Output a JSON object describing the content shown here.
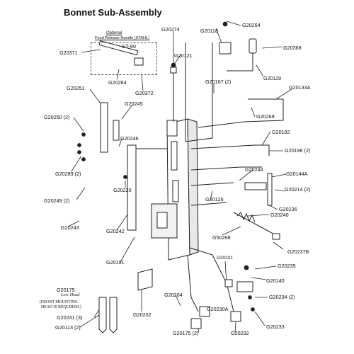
{
  "title": "Bonnet Sub-Assembly",
  "optional_note": {
    "line1": "Optional",
    "line2": "Food Release Handle (STAHL)",
    "kit": "ST-90"
  },
  "labels": {
    "G20274": "G20274",
    "G20118": "G20118",
    "G20264_top": "G20264",
    "G20368": "G20368",
    "G20371": "G20371",
    "G20121": "G20121",
    "G20119": "G20119",
    "G20264_opt": "G20264",
    "G20372": "G20372",
    "G20167": "G20167 (2)",
    "G20133A": "G20133A",
    "G20251": "G20251",
    "G20245": "G20245",
    "G20269": "G20269",
    "G20250": "G20250 (2)",
    "G20182": "G20182",
    "G20246": "G20246",
    "G20196": "G20196 (2)",
    "G20289": "G20289 (2)",
    "G20244": "G20244",
    "G20144A": "G20144A",
    "G20220": "G20220",
    "G20214": "G20214 (2)",
    "G20126": "G20126",
    "G20249": "G20249 (2)",
    "G20236": "G20236",
    "G20240": "G20240",
    "G20243": "G20243",
    "G20242": "G20242",
    "G50268": "G50268",
    "G20237B": "G20237B",
    "G20191": "G20191",
    "G20231": "G20231",
    "G20235": "G20235",
    "G20140": "G20140",
    "G20175_low": "G20175",
    "low_head": "Low Head",
    "G20204": "G20204",
    "G20234": "G20234 (2)",
    "front_note1": "(FRONT MOUNTING",
    "front_note2": "HEAD IS REQUIRED.)",
    "G20230A": "G20230A",
    "G20241": "G20241 (3)",
    "G20202": "G20202",
    "G20233": "G20233",
    "G20113": "G20113 (2)",
    "G20175_bottom": "G20175 (2)",
    "G20232": "G20232"
  }
}
